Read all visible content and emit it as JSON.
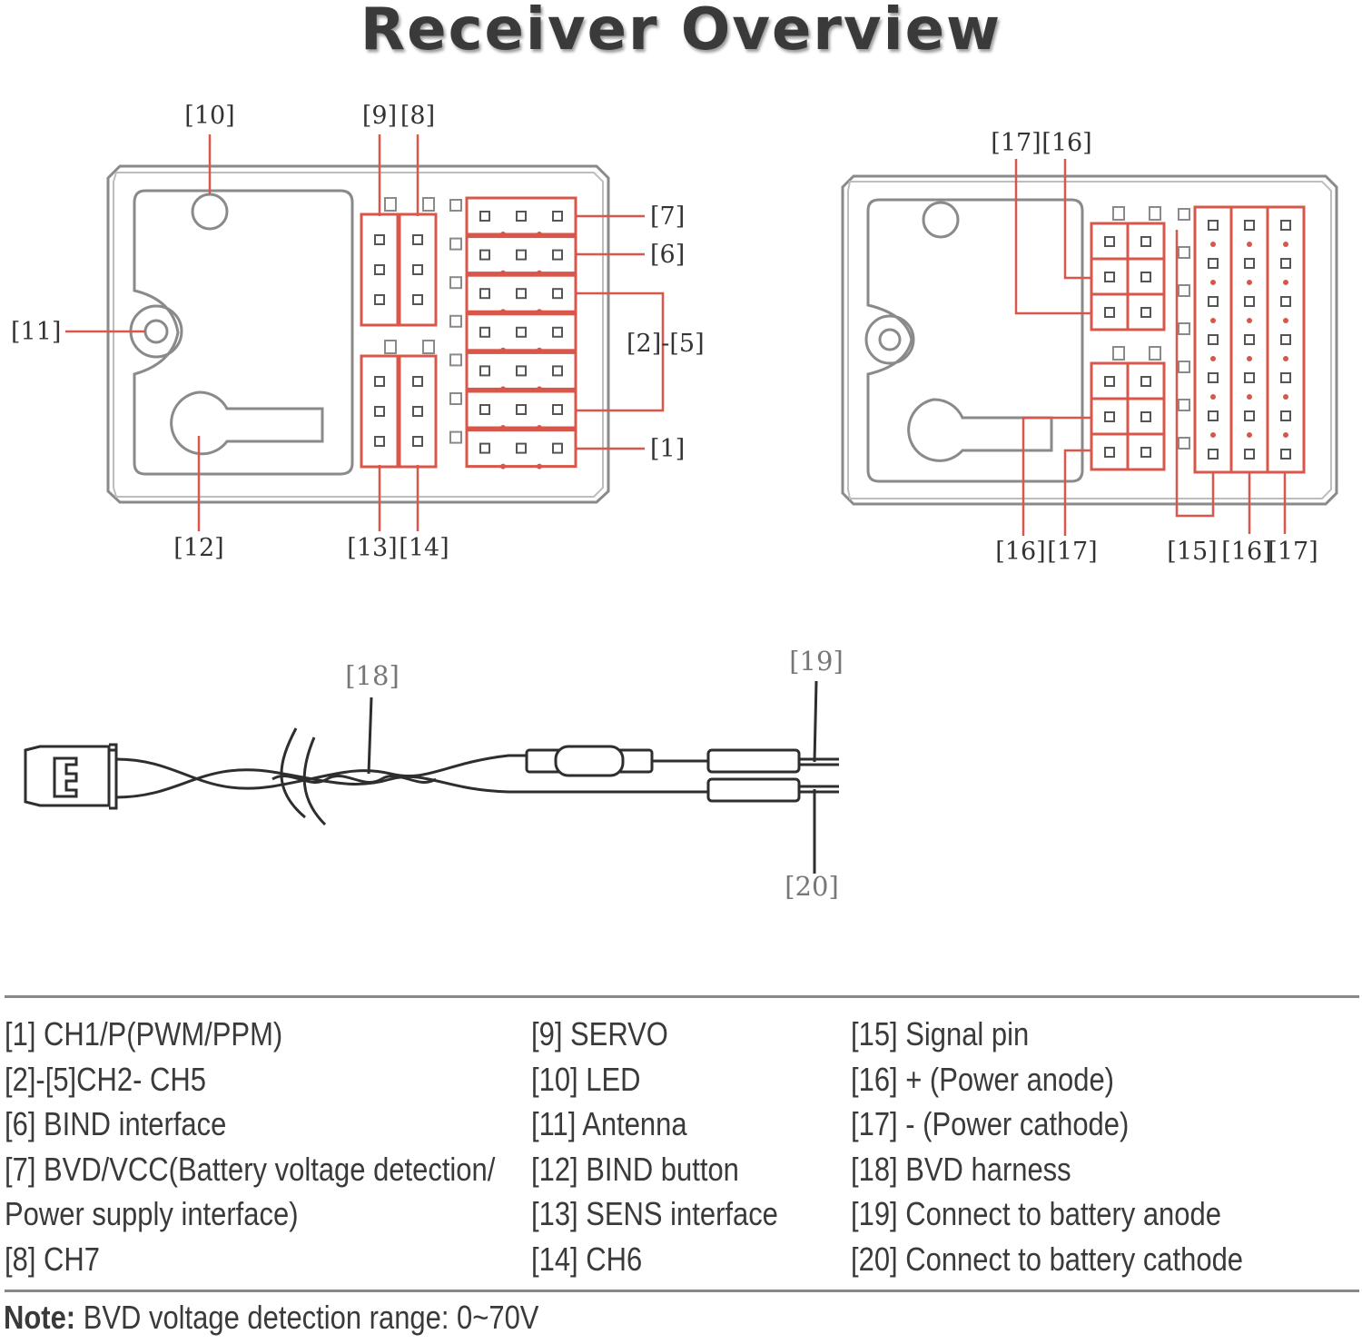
{
  "title": "Receiver  Overview",
  "receiver_front": {
    "labels": {
      "l10": "[10]",
      "l9": "[9]",
      "l8": "[8]",
      "l7": "[7]",
      "l6": "[6]",
      "l11": "[11]",
      "l2_5": "[2]-[5]",
      "l1": "[1]",
      "l12": "[12]",
      "l13": "[13]",
      "l14": "[14]"
    }
  },
  "receiver_back": {
    "labels": {
      "top17": "[17]",
      "top16": "[16]",
      "bot16": "[16]",
      "bot17": "[17]",
      "b15": "[15]",
      "b16": "[16]",
      "b17": "[17]"
    }
  },
  "harness": {
    "labels": {
      "l18": "[18]",
      "l19": "[19]",
      "l20": "[20]"
    }
  },
  "legend": {
    "col1": [
      "[1] CH1/P(PWM/PPM)",
      "[2]-[5]CH2- CH5",
      "[6] BIND interface",
      "[7] BVD/VCC(Battery voltage detection/",
      "Power supply interface)",
      "[8] CH7"
    ],
    "col2": [
      "[9] SERVO",
      "[10] LED",
      "[11]  Antenna",
      "[12] BIND button",
      "[13] SENS interface",
      "[14] CH6"
    ],
    "col3": [
      "[15] Signal pin",
      "[16]  + (Power anode)",
      "[17]  - (Power cathode)",
      "[18] BVD harness",
      "[19] Connect to battery anode",
      "[20] Connect to battery cathode"
    ]
  },
  "note": {
    "label": "Note:",
    "text": " BVD voltage detection range: 0~70V"
  },
  "colors": {
    "red": "#d9574a",
    "outline": "#8a8a8a",
    "pin": "#555555",
    "text": "#3a3a3a"
  }
}
